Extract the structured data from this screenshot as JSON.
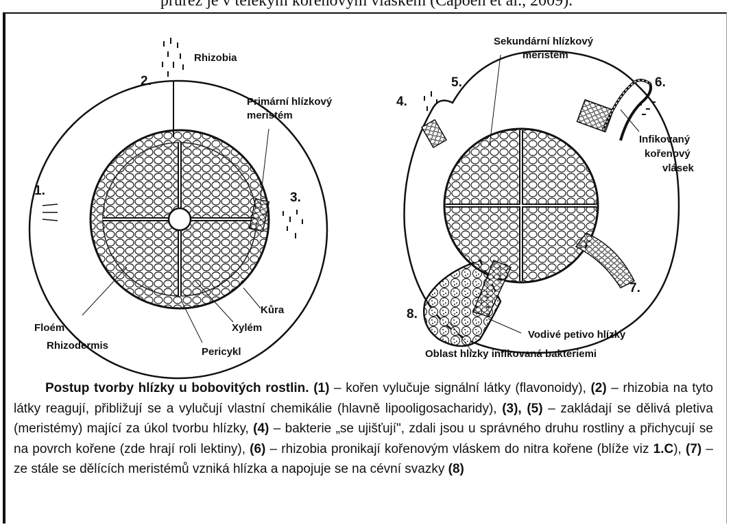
{
  "top_text": "průřez je v tělekým kořenovým vláskem (Capoen et al., 2009).",
  "numbers": {
    "n1": "1.",
    "n2": "2.",
    "n3": "3.",
    "n4": "4.",
    "n5": "5.",
    "n6": "6.",
    "n7": "7.",
    "n8": "8."
  },
  "labels": {
    "rhizobia": "Rhizobia",
    "primary_meristem_1": "Primární hlízkový",
    "primary_meristem_2": "meristém",
    "secondary_meristem_1": "Sekundární hlízkový",
    "secondary_meristem_2": "meristém",
    "infected_hair_1": "Infikovaný",
    "infected_hair_2": "kořenový",
    "infected_hair_3": "vlásek",
    "kura": "Kůra",
    "floem": "Floém",
    "xylem": "Xylém",
    "rhizodermis": "Rhizodermis",
    "pericykl": "Pericykl",
    "vodive_petivo": "Vodivé petivo hlízky",
    "oblast": "Oblast hlízky infikovaná bakteriemi"
  },
  "caption": {
    "title": "Postup tvorby hlízky u bobovitých rostlin.",
    "m1": "(1)",
    "t1": " – kořen vylučuje signální látky (flavonoidy), ",
    "m2": "(2)",
    "t2": " – rhizobia na tyto látky reagují, přibližují se a vylučují vlastní chemikálie (hlavně lipooligosacharidy), ",
    "m3": "(3), (5)",
    "t3": " – zakládají se dělivá pletiva (meristémy) mající za úkol tvorbu hlízky, ",
    "m4": "(4)",
    "t4": " – bakterie „se ujišťují\", zdali jsou u správného druhu rostliny a přichycují se na povrch kořene (zde hrají roli lektiny), ",
    "m6": "(6)",
    "t6": " – rhizobia pronikají kořenovým vláskem do nitra kořene (blíže viz ",
    "m_ref": "1.C",
    "t_ref": "), ",
    "m7": "(7)",
    "t7": " – ze stále se dělících meristémů vzniká hlízka a napojuje se na cévní svazky ",
    "m8": "(8)"
  }
}
